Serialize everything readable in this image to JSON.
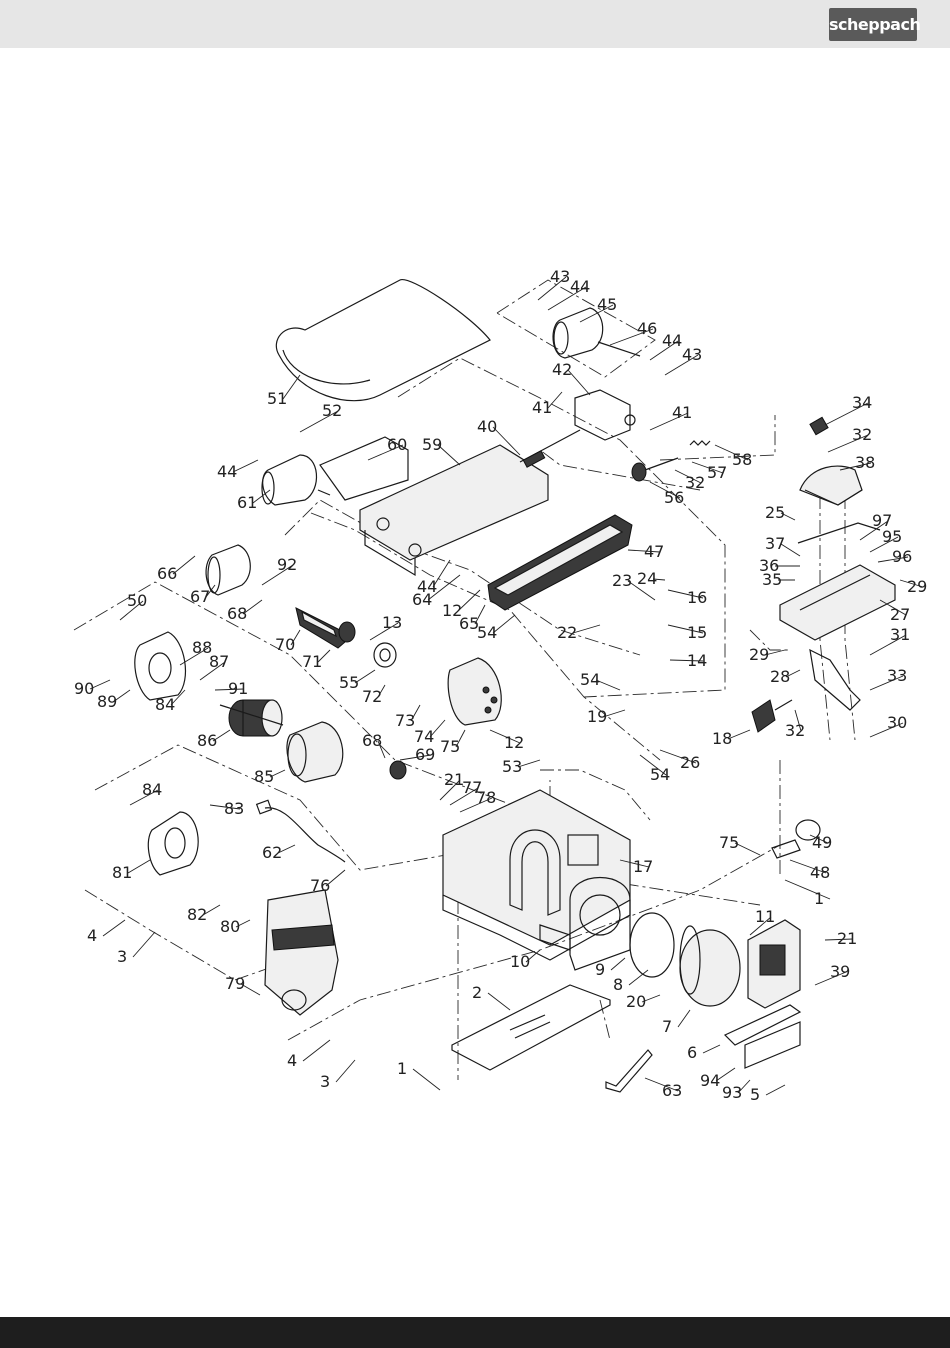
{
  "header": {
    "brand": "scheppach"
  },
  "diagram": {
    "callouts": [
      {
        "label": "43"
      },
      {
        "label": "44"
      },
      {
        "label": "45"
      },
      {
        "label": "46"
      },
      {
        "label": "44"
      },
      {
        "label": "43"
      },
      {
        "label": "42"
      },
      {
        "label": "41"
      },
      {
        "label": "41"
      },
      {
        "label": "51"
      },
      {
        "label": "52"
      },
      {
        "label": "40"
      },
      {
        "label": "60"
      },
      {
        "label": "59"
      },
      {
        "label": "44"
      },
      {
        "label": "61"
      },
      {
        "label": "58"
      },
      {
        "label": "57"
      },
      {
        "label": "32"
      },
      {
        "label": "56"
      },
      {
        "label": "34"
      },
      {
        "label": "32"
      },
      {
        "label": "38"
      },
      {
        "label": "25"
      },
      {
        "label": "97"
      },
      {
        "label": "95"
      },
      {
        "label": "37"
      },
      {
        "label": "36"
      },
      {
        "label": "96"
      },
      {
        "label": "35"
      },
      {
        "label": "29"
      },
      {
        "label": "27"
      },
      {
        "label": "66"
      },
      {
        "label": "92"
      },
      {
        "label": "47"
      },
      {
        "label": "67"
      },
      {
        "label": "44"
      },
      {
        "label": "64"
      },
      {
        "label": "24"
      },
      {
        "label": "23"
      },
      {
        "label": "16"
      },
      {
        "label": "68"
      },
      {
        "label": "12"
      },
      {
        "label": "65"
      },
      {
        "label": "54"
      },
      {
        "label": "22"
      },
      {
        "label": "15"
      },
      {
        "label": "13"
      },
      {
        "label": "70"
      },
      {
        "label": "71"
      },
      {
        "label": "31"
      },
      {
        "label": "29"
      },
      {
        "label": "50"
      },
      {
        "label": "88"
      },
      {
        "label": "14"
      },
      {
        "label": "28"
      },
      {
        "label": "87"
      },
      {
        "label": "91"
      },
      {
        "label": "55"
      },
      {
        "label": "54"
      },
      {
        "label": "33"
      },
      {
        "label": "90"
      },
      {
        "label": "89"
      },
      {
        "label": "84"
      },
      {
        "label": "72"
      },
      {
        "label": "19"
      },
      {
        "label": "73"
      },
      {
        "label": "74"
      },
      {
        "label": "12"
      },
      {
        "label": "75"
      },
      {
        "label": "32"
      },
      {
        "label": "30"
      },
      {
        "label": "86"
      },
      {
        "label": "18"
      },
      {
        "label": "68"
      },
      {
        "label": "69"
      },
      {
        "label": "53"
      },
      {
        "label": "26"
      },
      {
        "label": "85"
      },
      {
        "label": "54"
      },
      {
        "label": "21"
      },
      {
        "label": "77"
      },
      {
        "label": "84"
      },
      {
        "label": "78"
      },
      {
        "label": "83"
      },
      {
        "label": "62"
      },
      {
        "label": "75"
      },
      {
        "label": "49"
      },
      {
        "label": "17"
      },
      {
        "label": "48"
      },
      {
        "label": "81"
      },
      {
        "label": "76"
      },
      {
        "label": "1"
      },
      {
        "label": "82"
      },
      {
        "label": "80"
      },
      {
        "label": "11"
      },
      {
        "label": "4"
      },
      {
        "label": "21"
      },
      {
        "label": "3"
      },
      {
        "label": "10"
      },
      {
        "label": "9"
      },
      {
        "label": "39"
      },
      {
        "label": "79"
      },
      {
        "label": "8"
      },
      {
        "label": "2"
      },
      {
        "label": "20"
      },
      {
        "label": "7"
      },
      {
        "label": "6"
      },
      {
        "label": "4"
      },
      {
        "label": "94"
      },
      {
        "label": "3"
      },
      {
        "label": "1"
      },
      {
        "label": "63"
      },
      {
        "label": "93"
      },
      {
        "label": "5"
      }
    ]
  },
  "colors": {
    "header_bg": "#e6e6e6",
    "footer_bg": "#1e1e1e",
    "logo_bg": "#5a5a5a"
  }
}
